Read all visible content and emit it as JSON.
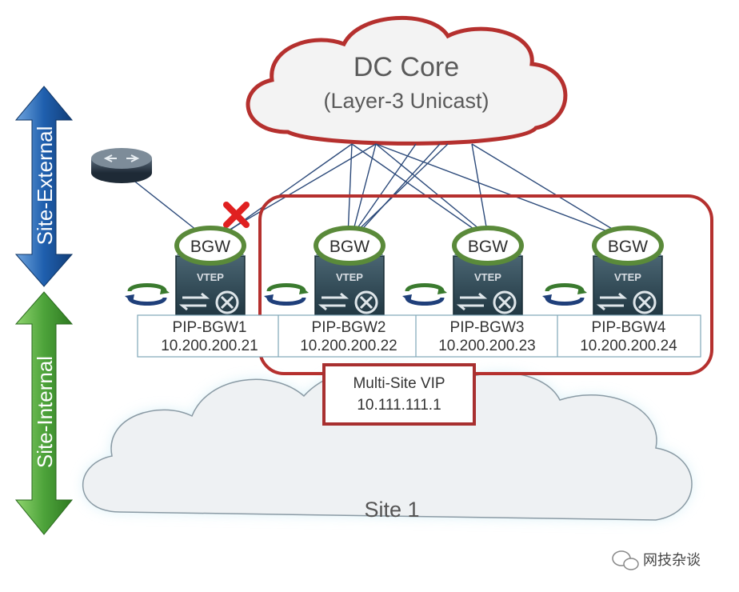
{
  "core": {
    "title": "DC Core",
    "subtitle": "(Layer-3 Unicast)"
  },
  "side_arrows": {
    "external": "Site-External",
    "internal": "Site-Internal"
  },
  "bgws": [
    {
      "label": "BGW",
      "vtep": "VTEP",
      "pip": "PIP-BGW1",
      "ip": "10.200.200.21"
    },
    {
      "label": "BGW",
      "vtep": "VTEP",
      "pip": "PIP-BGW2",
      "ip": "10.200.200.22"
    },
    {
      "label": "BGW",
      "vtep": "VTEP",
      "pip": "PIP-BGW3",
      "ip": "10.200.200.23"
    },
    {
      "label": "BGW",
      "vtep": "VTEP",
      "pip": "PIP-BGW4",
      "ip": "10.200.200.24"
    }
  ],
  "vip": {
    "title": "Multi-Site VIP",
    "ip": "10.111.111.1"
  },
  "site": {
    "label": "Site 1"
  },
  "watermark": {
    "text": "网技杂谈"
  },
  "colors": {
    "cloud_border": "#b5302e",
    "bgw_ring": "#5a8a3a",
    "blue_arrow": "#1f5fae",
    "green_arrow": "#4da33a",
    "link": "#2c4a7a",
    "fail_mark": "#e02020"
  }
}
